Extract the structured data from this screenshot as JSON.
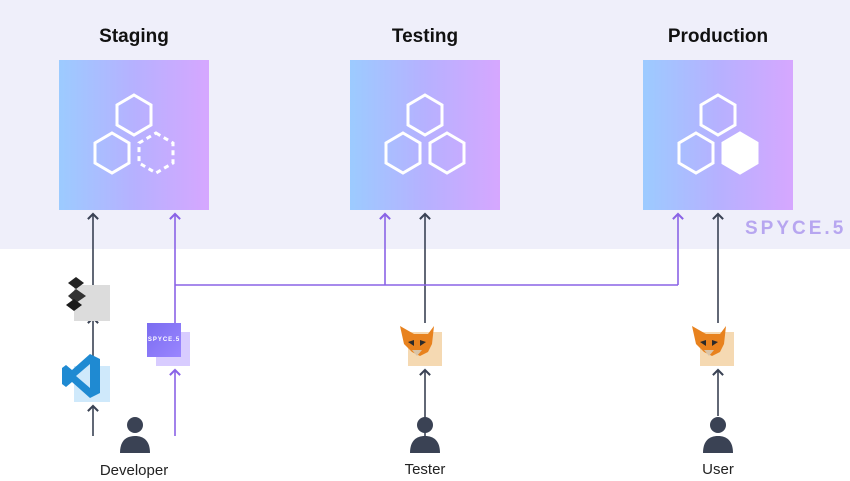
{
  "stages": [
    {
      "title": "Staging"
    },
    {
      "title": "Testing"
    },
    {
      "title": "Production"
    }
  ],
  "brand": "SPYCE.5",
  "chip_label": "SPYCE.5",
  "people": [
    {
      "label": "Developer"
    },
    {
      "label": "Tester"
    },
    {
      "label": "User"
    }
  ],
  "colors": {
    "band": "#efeffa",
    "gradient_start": "#9ccbff",
    "gradient_end": "#d6a7ff",
    "dark_line": "#3a4254",
    "purple_line": "#8a63e6",
    "fox": "#e8821e"
  },
  "icons": [
    "hexagon-cluster-icon",
    "github-icon",
    "vscode-icon",
    "metamask-fox-icon",
    "person-icon"
  ]
}
